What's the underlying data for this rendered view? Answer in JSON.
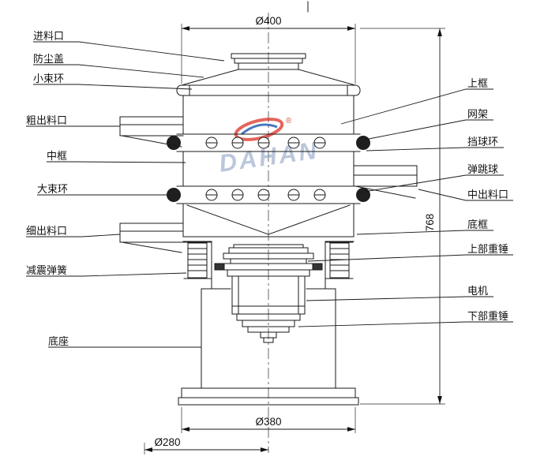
{
  "watermark": {
    "brand": "DAHAN",
    "registered": "®"
  },
  "dimensions": {
    "top_diameter": "Ø400",
    "overall_height": "768",
    "flange_diameter": "Ø380",
    "base_diameter": "Ø280"
  },
  "labels": {
    "left": [
      {
        "id": "feed-inlet",
        "text": "进料口"
      },
      {
        "id": "dust-cover",
        "text": "防尘盖"
      },
      {
        "id": "small-clamp-ring",
        "text": "小束环"
      },
      {
        "id": "coarse-outlet",
        "text": "粗出料口"
      },
      {
        "id": "middle-frame",
        "text": "中框"
      },
      {
        "id": "large-clamp-ring",
        "text": "大束环"
      },
      {
        "id": "fine-outlet",
        "text": "细出料口"
      },
      {
        "id": "damping-spring",
        "text": "减震弹簧"
      },
      {
        "id": "base",
        "text": "底座"
      }
    ],
    "right": [
      {
        "id": "upper-frame",
        "text": "上框"
      },
      {
        "id": "mesh-frame",
        "text": "网架"
      },
      {
        "id": "ball-stop-ring",
        "text": "挡球环"
      },
      {
        "id": "bouncing-ball",
        "text": "弹跳球"
      },
      {
        "id": "middle-outlet",
        "text": "中出料口"
      },
      {
        "id": "bottom-frame",
        "text": "底框"
      },
      {
        "id": "upper-weight",
        "text": "上部重锤"
      },
      {
        "id": "motor",
        "text": "电机"
      },
      {
        "id": "lower-weight",
        "text": "下部重锤"
      }
    ]
  },
  "colors": {
    "line": "#1a1a1a",
    "watermark_blue": "#8fa3c4",
    "logo_red": "#d93025",
    "logo_blue": "#1a56b0"
  }
}
